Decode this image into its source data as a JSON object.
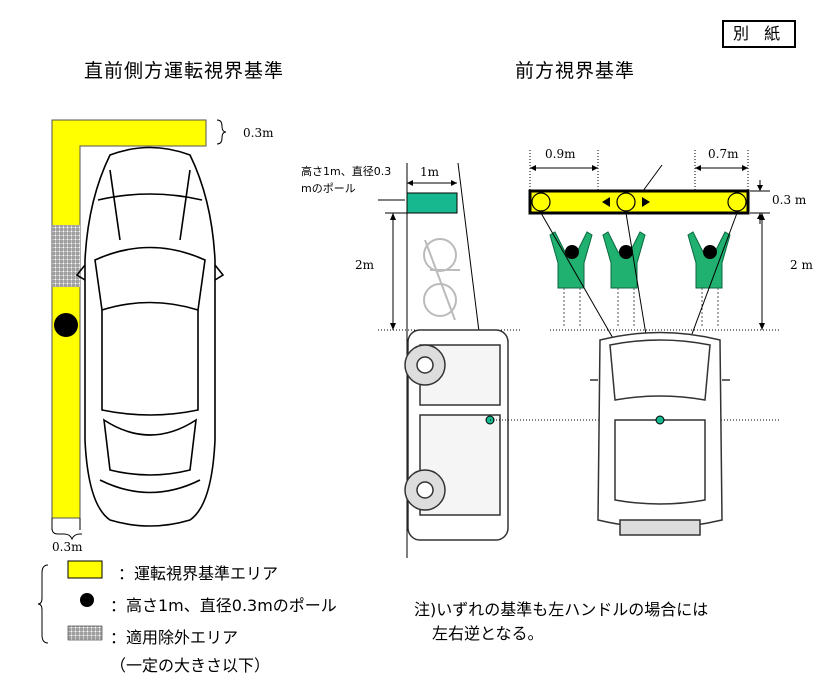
{
  "header": {
    "badge": "別 紙"
  },
  "left": {
    "title": "直前側方運転視界基準",
    "dim_top": "0.3m",
    "dim_bottom": "0.3m"
  },
  "right": {
    "title": "前方視界基準",
    "side_pole_label_1": "高さ1m、直径0.3",
    "side_pole_label_2": "mのポール",
    "dim_1m": "1m",
    "dim_2m_side": "2m",
    "dim_09": "0.9m",
    "dim_07": "0.7m",
    "dim_03": "0.3 m",
    "dim_2m_front": "2 m"
  },
  "legend": {
    "area": "：運転視界基準エリア",
    "pole": "：高さ1m、直径0.3mのポール",
    "excluded": "：適用除外エリア",
    "excluded_note": "（一定の大きさ以下）"
  },
  "note": {
    "line1": "注)いずれの基準も左ハンドルの場合には",
    "line2": "左右逆となる。"
  },
  "colors": {
    "area": "#ffff00",
    "pole_green": "#17b890",
    "person_green": "#20b070"
  }
}
